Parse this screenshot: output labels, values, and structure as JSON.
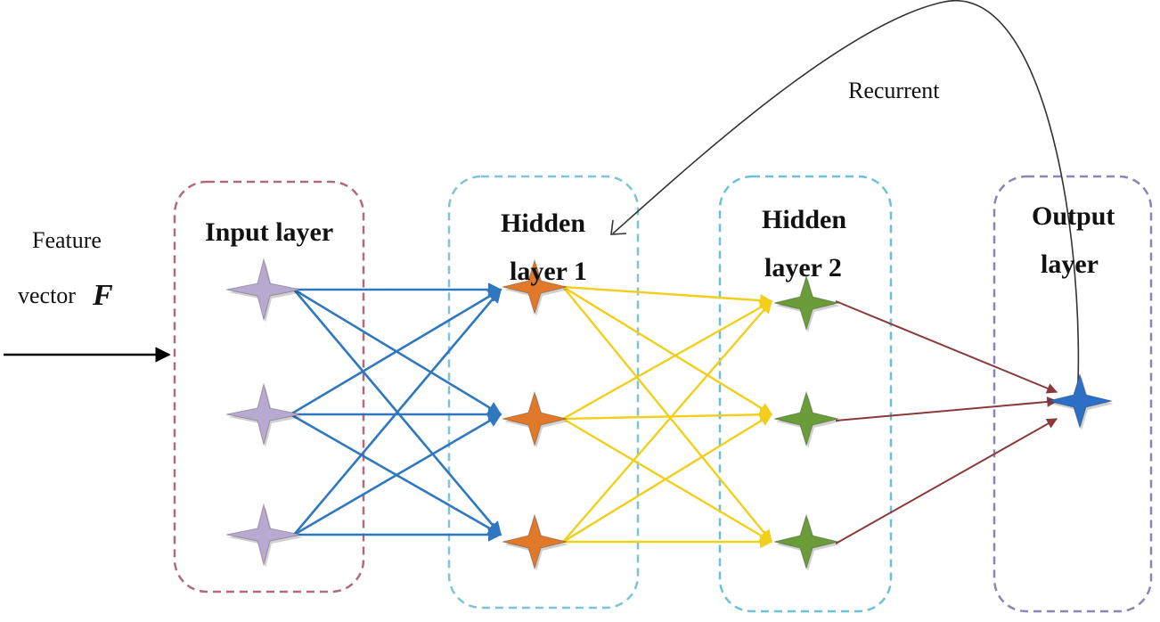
{
  "input": {
    "label_line1": "Feature",
    "label_line2": "vector",
    "symbol": "F"
  },
  "feedback": {
    "label": "Recurrent"
  },
  "layers": [
    {
      "id": "input",
      "title_lines": [
        "Input layer"
      ],
      "nodes": 3,
      "node_color": "#b7a9cf",
      "border_color": "#b06a7a",
      "edge_color": "#2f78c0"
    },
    {
      "id": "hidden1",
      "title_lines": [
        "Hidden",
        "layer 1"
      ],
      "nodes": 3,
      "node_color": "#e07a2a",
      "border_color": "#7ec4d6",
      "edge_color": "#f2cf1a"
    },
    {
      "id": "hidden2",
      "title_lines": [
        "Hidden",
        "layer 2"
      ],
      "nodes": 3,
      "node_color": "#6a9c3a",
      "border_color": "#6cc0d8",
      "edge_color": "#8a3a3a"
    },
    {
      "id": "output",
      "title_lines": [
        "Output",
        "layer"
      ],
      "nodes": 1,
      "node_color": "#2e6fc6",
      "border_color": "#8a86b4",
      "edge_color": null
    }
  ]
}
